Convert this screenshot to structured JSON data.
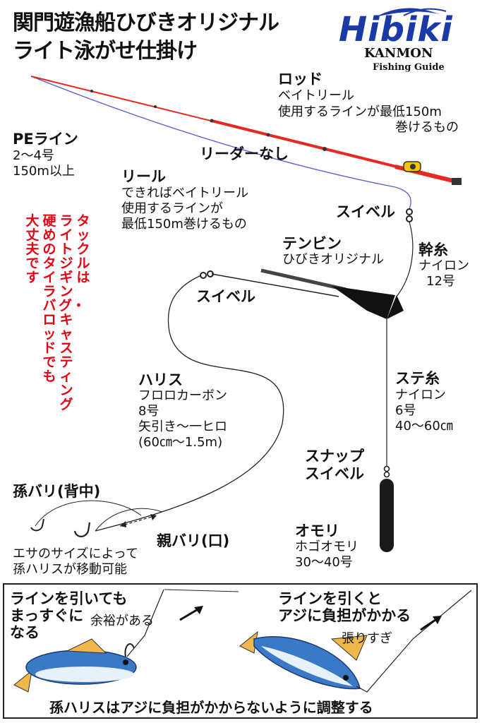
{
  "title": {
    "line1": "関門遊漁船ひびきオリジナル",
    "line2": "ライト泳がせ仕掛け"
  },
  "logo": {
    "main": "Hibiki",
    "sub1": "KANMON",
    "sub2": "Fishing Guide"
  },
  "rod": {
    "heading": "ロッド",
    "line1": "ベイトリール",
    "line2": "使用するラインが最低150m",
    "line3": "巻けるもの"
  },
  "pe_line": {
    "heading": "PEライン",
    "line1": "2〜4号",
    "line2": "150m以上"
  },
  "leader": {
    "label": "リーダーなし"
  },
  "reel": {
    "heading": "リール",
    "line1": "できればベイトリール",
    "line2": "使用するラインが",
    "line3": "最低150m巻けるもの"
  },
  "tackle_note": {
    "col1": "タックルは",
    "col2": "ライトジギング・キャスティング",
    "col3": "硬めのタイラバロッドでも",
    "col4": "大丈夫です"
  },
  "swivel_top": {
    "label": "スイベル"
  },
  "tenbin": {
    "heading": "テンビン",
    "line1": "ひびきオリジナル"
  },
  "mikiito": {
    "heading": "幹糸",
    "line1": "ナイロン",
    "line2": "12号"
  },
  "swivel_mid": {
    "label": "スイベル"
  },
  "harisu": {
    "heading": "ハリス",
    "line1": "フロロカーボン",
    "line2": "8号",
    "line3": "矢引き〜一ヒロ",
    "line4": "(60㎝〜1.5m)"
  },
  "suteito": {
    "heading": "ステ糸",
    "line1": "ナイロン",
    "line2": "6号",
    "line3": "40〜60㎝"
  },
  "snap_swivel": {
    "line1": "スナップ",
    "line2": "スイベル"
  },
  "mago_bari": {
    "label": "孫バリ(背中)"
  },
  "oya_bari": {
    "label": "親バリ(口)"
  },
  "omori": {
    "heading": "オモリ",
    "line1": "ホゴオモリ",
    "line2": "30〜40号"
  },
  "mago_note": {
    "line1": "エサのサイズによって",
    "line2": "孫ハリスが移動可能"
  },
  "bottom": {
    "left_heading_1": "ラインを引いても",
    "left_heading_2": "まっすぐに",
    "left_heading_3": "なる",
    "left_note": "余裕がある",
    "right_heading_1": "ラインを引くと",
    "right_heading_2": "アジに負担がかかる",
    "right_note": "張りすぎ",
    "footer": "孫ハリスはアジに負担がかからないように調整する"
  },
  "colors": {
    "rod_red": "#e8281e",
    "pe_line_blue": "#4f5bd5",
    "accent_red": "#e60012",
    "logo_blue": "#1a3aa8",
    "fish_blue": "#3a78c8",
    "fish_fin_yellow": "#f0b84a"
  }
}
